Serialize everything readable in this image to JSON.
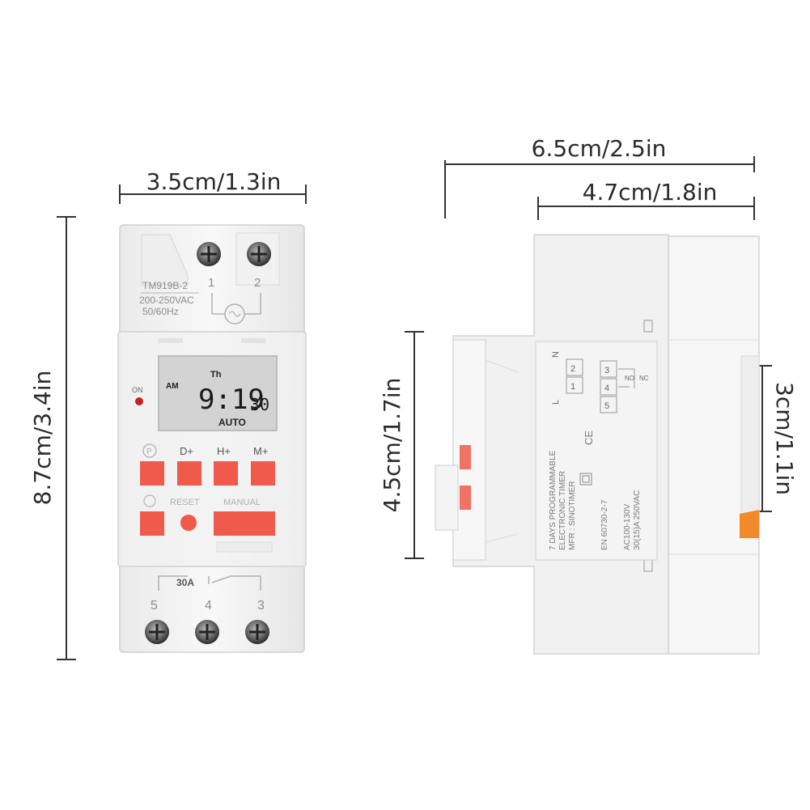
{
  "dimensions": {
    "front_width": "3.5cm/1.3in",
    "front_height": "8.7cm/3.4in",
    "side_total_width": "6.5cm/2.5in",
    "side_rear_width": "4.7cm/1.8in",
    "side_height": "4.5cm/1.7in",
    "side_rail_height": "3cm/1.1in"
  },
  "front": {
    "model": "TM919B-2",
    "voltage": "200-250VAC",
    "frequency": "50/60Hz",
    "top_terminals": [
      "1",
      "2"
    ],
    "led_label": "ON",
    "lcd": {
      "ampm": "AM",
      "day": "Th",
      "time": "9:19",
      "seconds": "30",
      "mode": "AUTO"
    },
    "buttons": [
      "D+",
      "H+",
      "M+"
    ],
    "reset_label": "RESET",
    "manual_label": "MANUAL",
    "relay_rating": "30A",
    "bottom_terminals": [
      "5",
      "4",
      "3"
    ]
  },
  "side": {
    "line_labels": [
      "L",
      "N"
    ],
    "line_terminals": [
      "1",
      "2"
    ],
    "relay_terminals": [
      "5",
      "4",
      "3"
    ],
    "no_label": "NO",
    "nc_label": "NC",
    "text_lines": [
      "7 DAYS PROGRAMMABLE",
      "ELECTRONIC TIMER",
      "MFR : SINOTIMER",
      "CE",
      "EN 60730-2-7",
      "AC100-130V",
      "30(15)A 250VAC"
    ]
  },
  "colors": {
    "body": "#f4f4f4",
    "button_red": "#f05a4a",
    "lcd_bg": "#d3d3d3",
    "led": "#c81e1e",
    "dimension_line": "#333333"
  }
}
